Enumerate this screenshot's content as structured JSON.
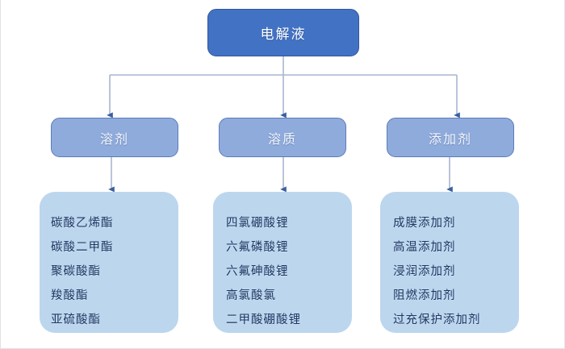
{
  "diagram": {
    "title": "电解液",
    "root": {
      "label": "电解液"
    },
    "branches": [
      {
        "label": "溶剂",
        "items": [
          "碳酸乙烯酯",
          "碳酸二甲酯",
          "聚碳酸酯",
          "羧酸酯",
          "亚硫酸酯"
        ]
      },
      {
        "label": "溶质",
        "items": [
          "四氯硼酸锂",
          "六氟磷酸锂",
          "六氟砷酸锂",
          "高氯酸氯",
          "二甲酸硼酸锂"
        ]
      },
      {
        "label": "添加剂",
        "items": [
          "成膜添加剂",
          "高温添加剂",
          "浸润添加剂",
          "阻燃添加剂",
          "过充保护添加剂"
        ]
      }
    ],
    "colors": {
      "root_fill": "#4272c4",
      "root_border": "#2f569b",
      "mid_fill": "#8fabdc",
      "mid_border": "#5b7cbb",
      "list_fill": "#bcd6ee",
      "list_text": "#1f3763",
      "connector_line": "#a8b6d0",
      "arrow_head": "#3a5f9f",
      "background": "#ffffff"
    }
  }
}
